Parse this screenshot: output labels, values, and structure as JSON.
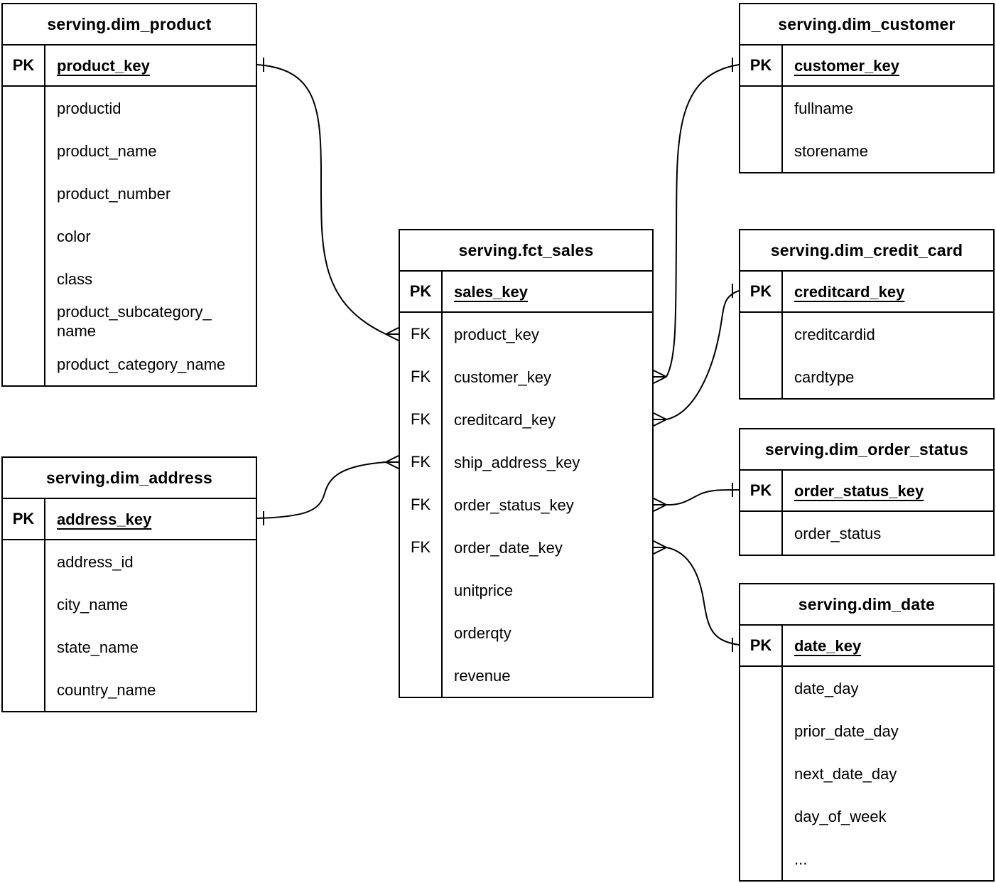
{
  "diagram": {
    "title": "serving star schema ER diagram",
    "colors": {
      "background": "#ffffff",
      "line": "#000000",
      "text": "#000000",
      "table_fill": "#ffffff"
    },
    "tables": [
      {
        "id": "dim_product",
        "title": "serving.dim_product",
        "pk_label": "PK",
        "pk": "product_key",
        "fields": [
          {
            "key": "",
            "name": "productid"
          },
          {
            "key": "",
            "name": "product_name"
          },
          {
            "key": "",
            "name": "product_number"
          },
          {
            "key": "",
            "name": "color"
          },
          {
            "key": "",
            "name": "class"
          },
          {
            "key": "",
            "name": "product_subcategory_\nname"
          },
          {
            "key": "",
            "name": "product_category_name"
          }
        ]
      },
      {
        "id": "dim_address",
        "title": "serving.dim_address",
        "pk_label": "PK",
        "pk": "address_key",
        "fields": [
          {
            "key": "",
            "name": "address_id"
          },
          {
            "key": "",
            "name": "city_name"
          },
          {
            "key": "",
            "name": "state_name"
          },
          {
            "key": "",
            "name": "country_name"
          }
        ]
      },
      {
        "id": "fct_sales",
        "title": "serving.fct_sales",
        "pk_label": "PK",
        "pk": "sales_key",
        "fields": [
          {
            "key": "FK",
            "name": "product_key"
          },
          {
            "key": "FK",
            "name": "customer_key"
          },
          {
            "key": "FK",
            "name": "creditcard_key"
          },
          {
            "key": "FK",
            "name": "ship_address_key"
          },
          {
            "key": "FK",
            "name": "order_status_key"
          },
          {
            "key": "FK",
            "name": "order_date_key"
          },
          {
            "key": "",
            "name": "unitprice"
          },
          {
            "key": "",
            "name": "orderqty"
          },
          {
            "key": "",
            "name": "revenue"
          }
        ]
      },
      {
        "id": "dim_customer",
        "title": "serving.dim_customer",
        "pk_label": "PK",
        "pk": "customer_key",
        "fields": [
          {
            "key": "",
            "name": "fullname"
          },
          {
            "key": "",
            "name": "storename"
          }
        ]
      },
      {
        "id": "dim_credit_card",
        "title": "serving.dim_credit_card",
        "pk_label": "PK",
        "pk": "creditcard_key",
        "fields": [
          {
            "key": "",
            "name": "creditcardid"
          },
          {
            "key": "",
            "name": "cardtype"
          }
        ]
      },
      {
        "id": "dim_order_status",
        "title": "serving.dim_order_status",
        "pk_label": "PK",
        "pk": "order_status_key",
        "fields": [
          {
            "key": "",
            "name": "order_status"
          }
        ]
      },
      {
        "id": "dim_date",
        "title": "serving.dim_date",
        "pk_label": "PK",
        "pk": "date_key",
        "fields": [
          {
            "key": "",
            "name": "date_day"
          },
          {
            "key": "",
            "name": "prior_date_day"
          },
          {
            "key": "",
            "name": "next_date_day"
          },
          {
            "key": "",
            "name": "day_of_week"
          },
          {
            "key": "",
            "name": "..."
          }
        ]
      }
    ],
    "relationships": [
      {
        "from": "serving.fct_sales.product_key",
        "to": "serving.dim_product.product_key",
        "from_end": "many",
        "to_end": "one"
      },
      {
        "from": "serving.fct_sales.ship_address_key",
        "to": "serving.dim_address.address_key",
        "from_end": "many",
        "to_end": "one"
      },
      {
        "from": "serving.fct_sales.customer_key",
        "to": "serving.dim_customer.customer_key",
        "from_end": "many",
        "to_end": "one"
      },
      {
        "from": "serving.fct_sales.creditcard_key",
        "to": "serving.dim_credit_card.creditcard_key",
        "from_end": "many",
        "to_end": "one"
      },
      {
        "from": "serving.fct_sales.order_status_key",
        "to": "serving.dim_order_status.order_status_key",
        "from_end": "many",
        "to_end": "one"
      },
      {
        "from": "serving.fct_sales.order_date_key",
        "to": "serving.dim_date.date_key",
        "from_end": "many",
        "to_end": "one"
      }
    ]
  }
}
